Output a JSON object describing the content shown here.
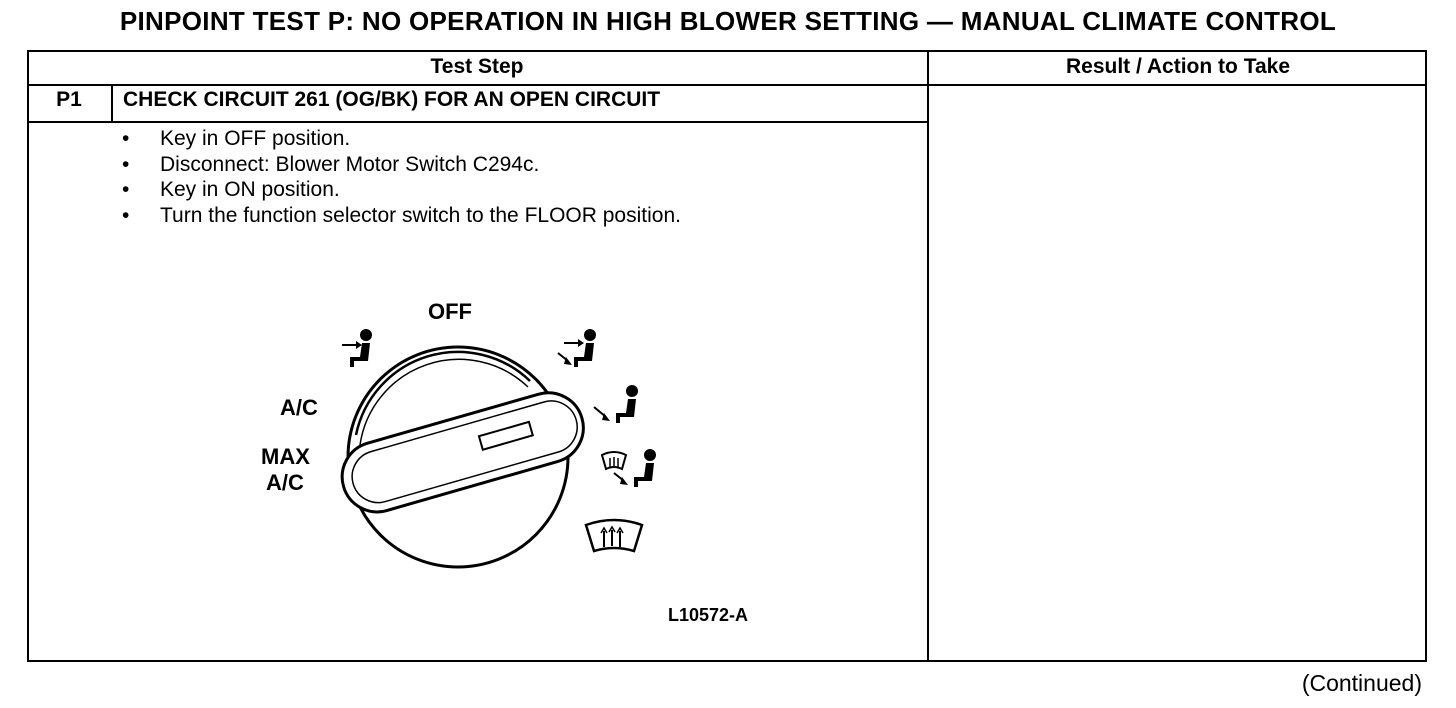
{
  "title": "PINPOINT TEST P: NO OPERATION IN HIGH BLOWER SETTING — MANUAL CLIMATE CONTROL",
  "table": {
    "col_headers": [
      "Test Step",
      "Result / Action to Take"
    ],
    "step": {
      "id": "P1",
      "title": "CHECK CIRCUIT 261 (OG/BK) FOR AN OPEN CIRCUIT",
      "bullets": [
        "Key in OFF position.",
        "Disconnect: Blower Motor Switch C294c.",
        "Key in ON position.",
        "Turn the function selector switch to the FLOOR position."
      ]
    }
  },
  "diagram": {
    "labels": {
      "off": "OFF",
      "ac": "A/C",
      "max_line1": "MAX",
      "max_line2": "A/C"
    },
    "figure_id": "L10572-A",
    "icons": [
      "panel-vent-icon",
      "panel-floor-icon",
      "floor-icon",
      "floor-defrost-icon",
      "defrost-icon"
    ]
  },
  "footer": {
    "continued": "(Continued)"
  }
}
